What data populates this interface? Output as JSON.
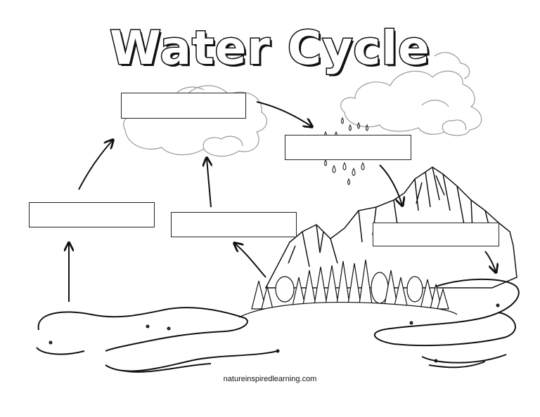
{
  "title": "Water Cycle",
  "footer": "natureinspiredlearning.com",
  "label_boxes": [
    {
      "id": "top-cloud",
      "value": ""
    },
    {
      "id": "precipitation",
      "value": ""
    },
    {
      "id": "left",
      "value": ""
    },
    {
      "id": "middle",
      "value": ""
    },
    {
      "id": "mountain",
      "value": ""
    }
  ]
}
